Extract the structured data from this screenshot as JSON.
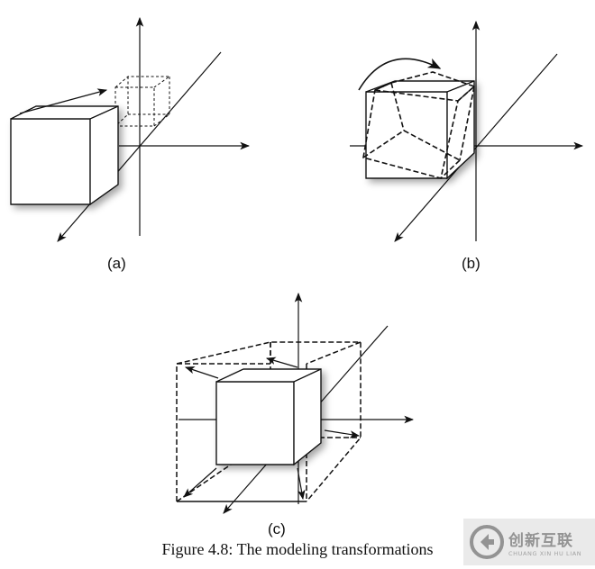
{
  "panels": [
    {
      "label": "(a)"
    },
    {
      "label": "(b)"
    },
    {
      "label": "(c)"
    }
  ],
  "caption": "Figure 4.8: The modeling transformations",
  "watermark": {
    "text": "创新互联",
    "subtext": "CHUANG XIN HU LIAN",
    "color": "#8a8a8a"
  },
  "colors": {
    "line": "#111111",
    "cube_fill": "#ffffff"
  }
}
